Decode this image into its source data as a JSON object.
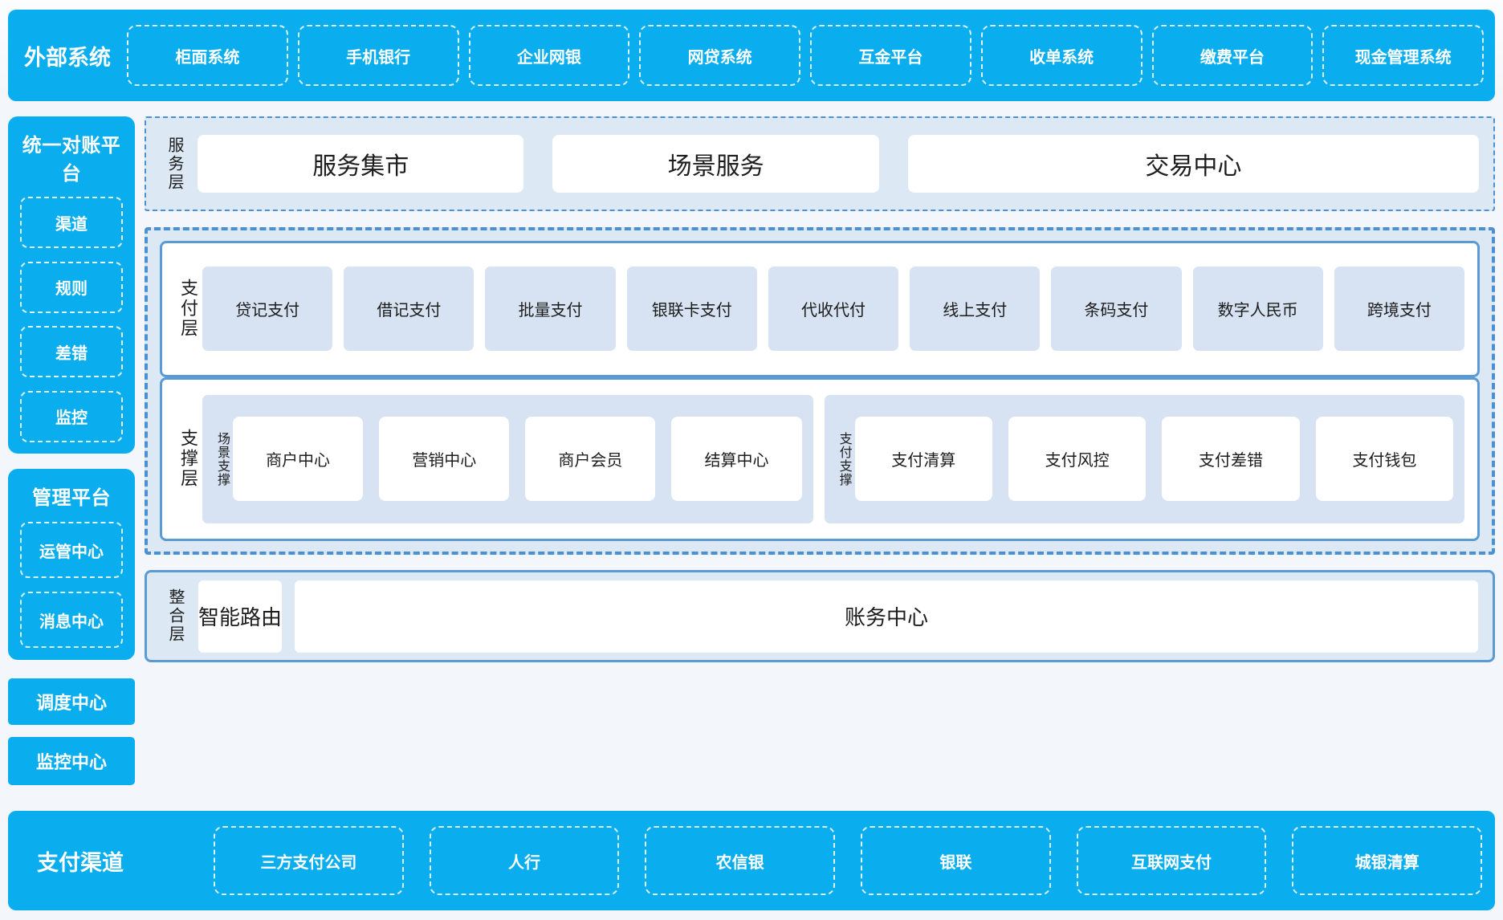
{
  "colors": {
    "accent_blue": "#0aaeef",
    "panel_bg": "#dce8f4",
    "box_bg": "#d7e3f2",
    "border_blue": "#5b9bd5",
    "dash_blue": "#4a90d2",
    "page_bg": "#f3f7fb",
    "text_dark": "#1c1c1c"
  },
  "external_systems": {
    "title": "外部系统",
    "items": [
      "柜面系统",
      "手机银行",
      "企业网银",
      "网贷系统",
      "互金平台",
      "收单系统",
      "缴费平台",
      "现金管理系统"
    ]
  },
  "sidebar": {
    "reconciliation": {
      "title": "统一对账平台",
      "items": [
        "渠道",
        "规则",
        "差错",
        "监控"
      ]
    },
    "management": {
      "title": "管理平台",
      "items": [
        "运管中心",
        "消息中心"
      ]
    },
    "solo_items": [
      "调度中心",
      "监控中心"
    ]
  },
  "service_layer": {
    "label": "服务层",
    "items": [
      "服务集市",
      "场景服务",
      "交易中心"
    ]
  },
  "payment_layer": {
    "label": "支付层",
    "items": [
      "贷记支付",
      "借记支付",
      "批量支付",
      "银联卡支付",
      "代收代付",
      "线上支付",
      "条码支付",
      "数字人民币",
      "跨境支付"
    ]
  },
  "support_layer": {
    "label": "支撑层",
    "groups": [
      {
        "label": "场景支撑",
        "items": [
          "商户中心",
          "营销中心",
          "商户会员",
          "结算中心"
        ]
      },
      {
        "label": "支付支撑",
        "items": [
          "支付清算",
          "支付风控",
          "支付差错",
          "支付钱包"
        ]
      }
    ]
  },
  "integration_layer": {
    "label": "整合层",
    "items": [
      "智能路由",
      "账务中心"
    ]
  },
  "payment_channels": {
    "title": "支付渠道",
    "items": [
      "三方支付公司",
      "人行",
      "农信银",
      "银联",
      "互联网支付",
      "城银清算"
    ]
  }
}
